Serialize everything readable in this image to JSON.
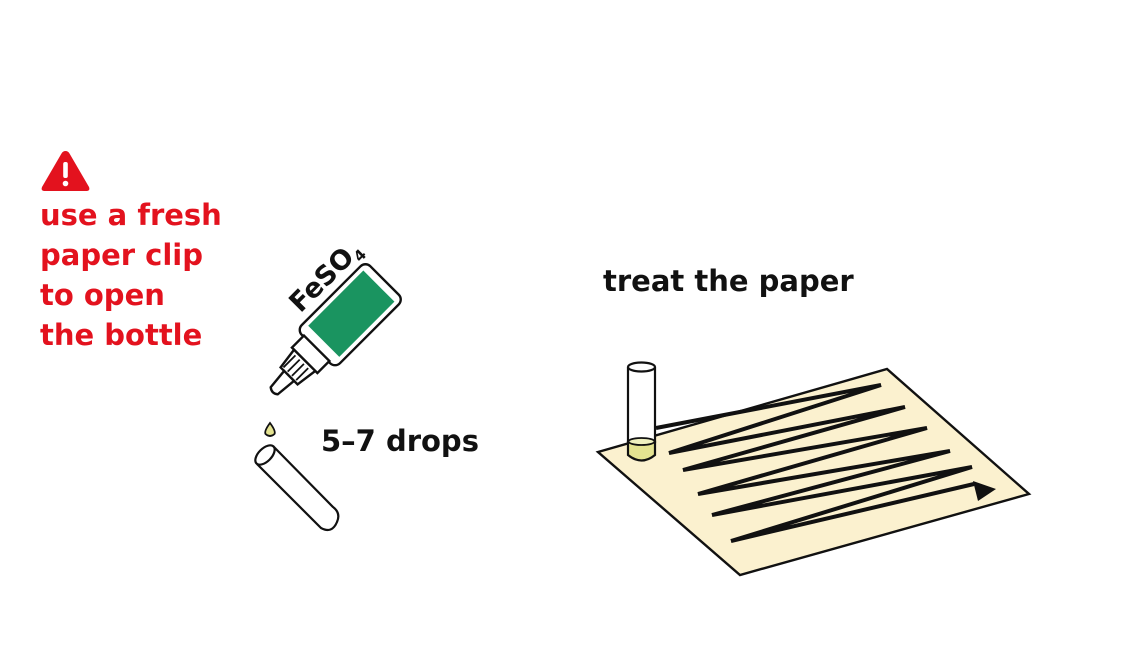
{
  "warning": {
    "icon": "warning-triangle-icon",
    "lines": [
      "use a fresh",
      "paper clip",
      "to open",
      "the bottle"
    ],
    "color": "#e3121e"
  },
  "bottle": {
    "label": "FeSO",
    "label_subscript": "4",
    "body_color": "#1a9460"
  },
  "drops": {
    "text": "5–7 drops"
  },
  "paper_step": {
    "title": "treat the paper",
    "paper_color": "#fbf1cf",
    "liquid_color": "#e4e391"
  }
}
